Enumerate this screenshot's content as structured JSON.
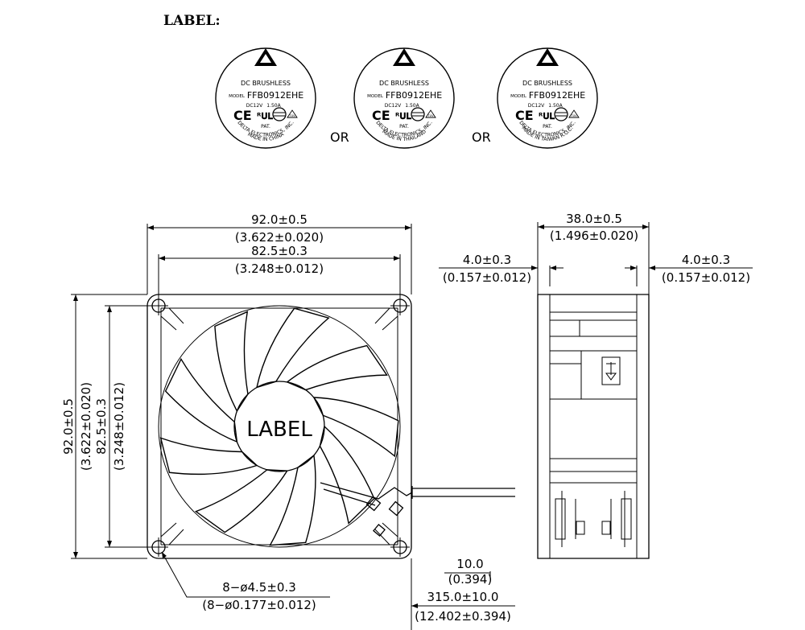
{
  "heading": "LABEL:",
  "labels": [
    {
      "series": "DC  BRUSHLESS",
      "model_prefix": "MODEL",
      "model": "FFB0912EHE",
      "volt": "DC12V",
      "amp": "1.50A",
      "pat": "PAT.",
      "maker": "DELTA ELECTRONICS, INC.",
      "origin": "MADE IN CHINA",
      "ce": "CE",
      "ul": "ᴿ𝐔𝐋",
      "tuv": "TÜV"
    },
    {
      "series": "DC  BRUSHLESS",
      "model_prefix": "MODEL",
      "model": "FFB0912EHE",
      "volt": "DC12V",
      "amp": "1.50A",
      "pat": "PAT.",
      "maker": "DELTA ELECTRONICS, INC.",
      "origin": "MADE IN THAILAND",
      "ce": "CE",
      "ul": "ᴿ𝐔𝐋",
      "tuv": "TÜV"
    },
    {
      "series": "DC  BRUSHLESS",
      "model_prefix": "MODEL",
      "model": "FFB0912EHE",
      "volt": "DC12V",
      "amp": "1.50A",
      "pat": "PAT.",
      "maker": "DELTA ELECTRONICS, INC.",
      "origin": "MADE IN TAIWAN R.O.C.",
      "ce": "CE",
      "ul": "ᴿ𝐔𝐋",
      "tuv": "TÜV"
    }
  ],
  "or_text": [
    "OR",
    "OR"
  ],
  "front": {
    "hub_label": "LABEL",
    "width_outer": "92.0±0.5",
    "width_outer_in": "(3.622±0.020)",
    "width_hole": "82.5±0.3",
    "width_hole_in": "(3.248±0.012)",
    "height_outer": "92.0±0.5",
    "height_outer_in": "(3.622±0.020)",
    "height_hole": "82.5±0.3",
    "height_hole_in": "(3.248±0.012)",
    "hole_dia": "8−ø4.5±0.3",
    "hole_dia_in": "(8−ø0.177±0.012)",
    "lead_offset": "10.0",
    "lead_offset_in": "(0.394)",
    "lead_length": "315.0±10.0",
    "lead_length_in": "(12.402±0.394)"
  },
  "side": {
    "depth": "38.0±0.5",
    "depth_in": "(1.496±0.020)",
    "flange_left": "4.0±0.3",
    "flange_left_in": "(0.157±0.012)",
    "flange_right": "4.0±0.3",
    "flange_right_in": "(0.157±0.012)"
  }
}
